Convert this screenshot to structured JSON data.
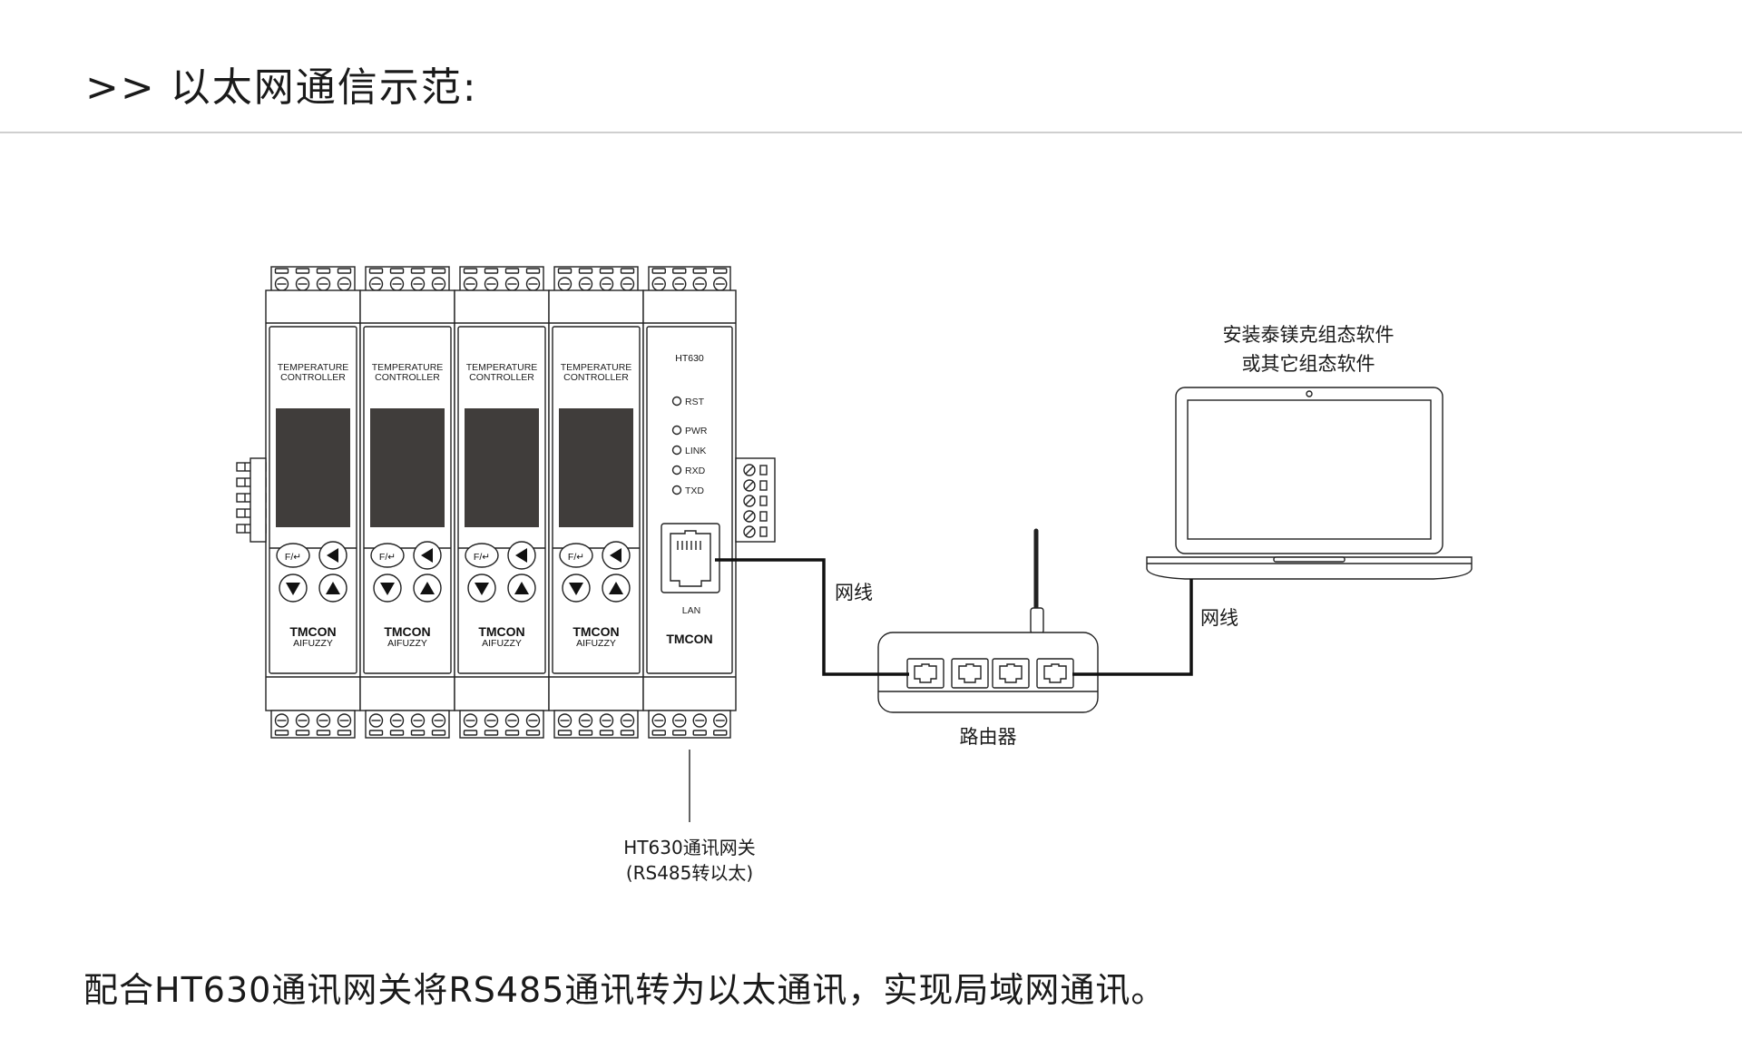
{
  "header": {
    "title": ">> 以太网通信示范:"
  },
  "modules": [
    {
      "label_line1": "TEMPERATURE",
      "label_line2": "CONTROLLER",
      "fn_key": "F/↵",
      "brand": "TMCON",
      "sub_brand": "AIFUZZY"
    },
    {
      "label_line1": "TEMPERATURE",
      "label_line2": "CONTROLLER",
      "fn_key": "F/↵",
      "brand": "TMCON",
      "sub_brand": "AIFUZZY"
    },
    {
      "label_line1": "TEMPERATURE",
      "label_line2": "CONTROLLER",
      "fn_key": "F/↵",
      "brand": "TMCON",
      "sub_brand": "AIFUZZY"
    },
    {
      "label_line1": "TEMPERATURE",
      "label_line2": "CONTROLLER",
      "fn_key": "F/↵",
      "brand": "TMCON",
      "sub_brand": "AIFUZZY"
    }
  ],
  "gateway": {
    "model": "HT630",
    "leds": [
      "RST",
      "PWR",
      "LINK",
      "RXD",
      "TXD"
    ],
    "port_label": "LAN",
    "brand": "TMCON"
  },
  "labels": {
    "cable_left": "网线",
    "cable_right": "网线",
    "router": "路由器",
    "software_line1": "安装泰镁克组态软件",
    "software_line2": "或其它组态软件",
    "gateway_line1": "HT630通讯网关",
    "gateway_line2": "(RS485转以太)"
  },
  "footer": {
    "caption": "配合HT630通讯网关将RS485通讯转为以太通讯，实现局域网通讯。"
  }
}
